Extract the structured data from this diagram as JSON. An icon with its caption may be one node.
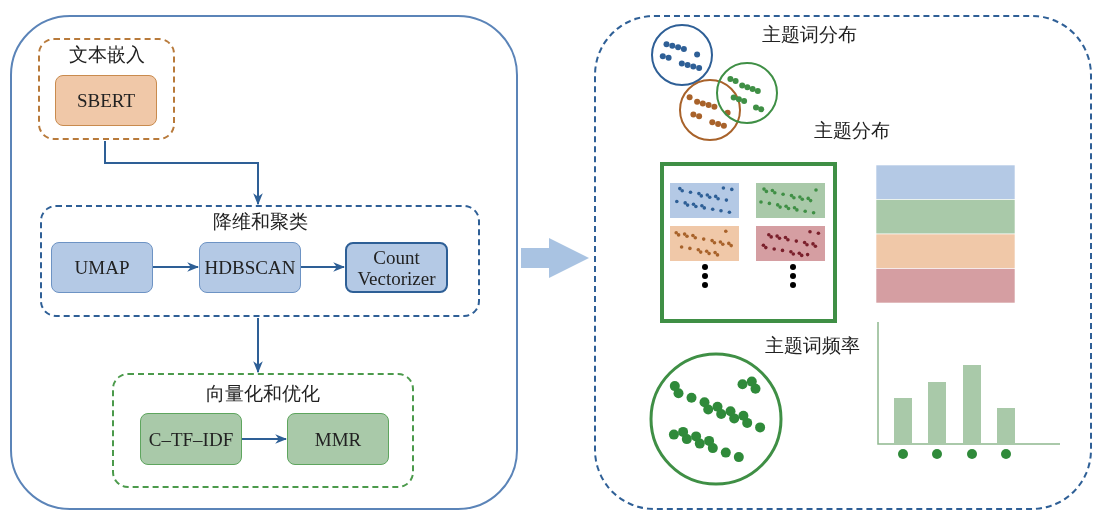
{
  "diagram": {
    "nodes": [
      {
        "text": [],
        "shape": "box"
      },
      {
        "text": [
          "文本嵌入"
        ],
        "in": 0
      },
      {
        "text": [
          "SBERT"
        ],
        "in": 1
      },
      {
        "text": [
          "降维和聚类"
        ],
        "in": 0
      },
      {
        "text": [
          "UMAP"
        ],
        "in": 3
      },
      {
        "text": [
          "HDBSCAN"
        ],
        "in": 3
      },
      {
        "text": [
          "Count Vectorizer"
        ],
        "in": 3
      },
      {
        "text": [
          "向量化和优化"
        ],
        "in": 0
      },
      {
        "text": [
          "C–TF–IDF"
        ],
        "in": 7
      },
      {
        "text": [
          "MMR"
        ],
        "in": 7
      },
      {
        "text": [],
        "shape": "box"
      }
    ],
    "edges": [
      {
        "from": 1,
        "to": 3,
        "arrow": "to"
      },
      {
        "from": 4,
        "to": 5,
        "arrow": "to"
      },
      {
        "from": 5,
        "to": 6,
        "arrow": "to"
      },
      {
        "from": 3,
        "to": 7,
        "arrow": "to"
      },
      {
        "from": 8,
        "to": 9,
        "arrow": "to"
      },
      {
        "from": 0,
        "to": 10,
        "arrow": "to",
        "style": "thick",
        "color": "#a9c3e2"
      }
    ],
    "labels": [
      "主题词分布",
      "主题分布",
      "主题词频率"
    ]
  }
}
